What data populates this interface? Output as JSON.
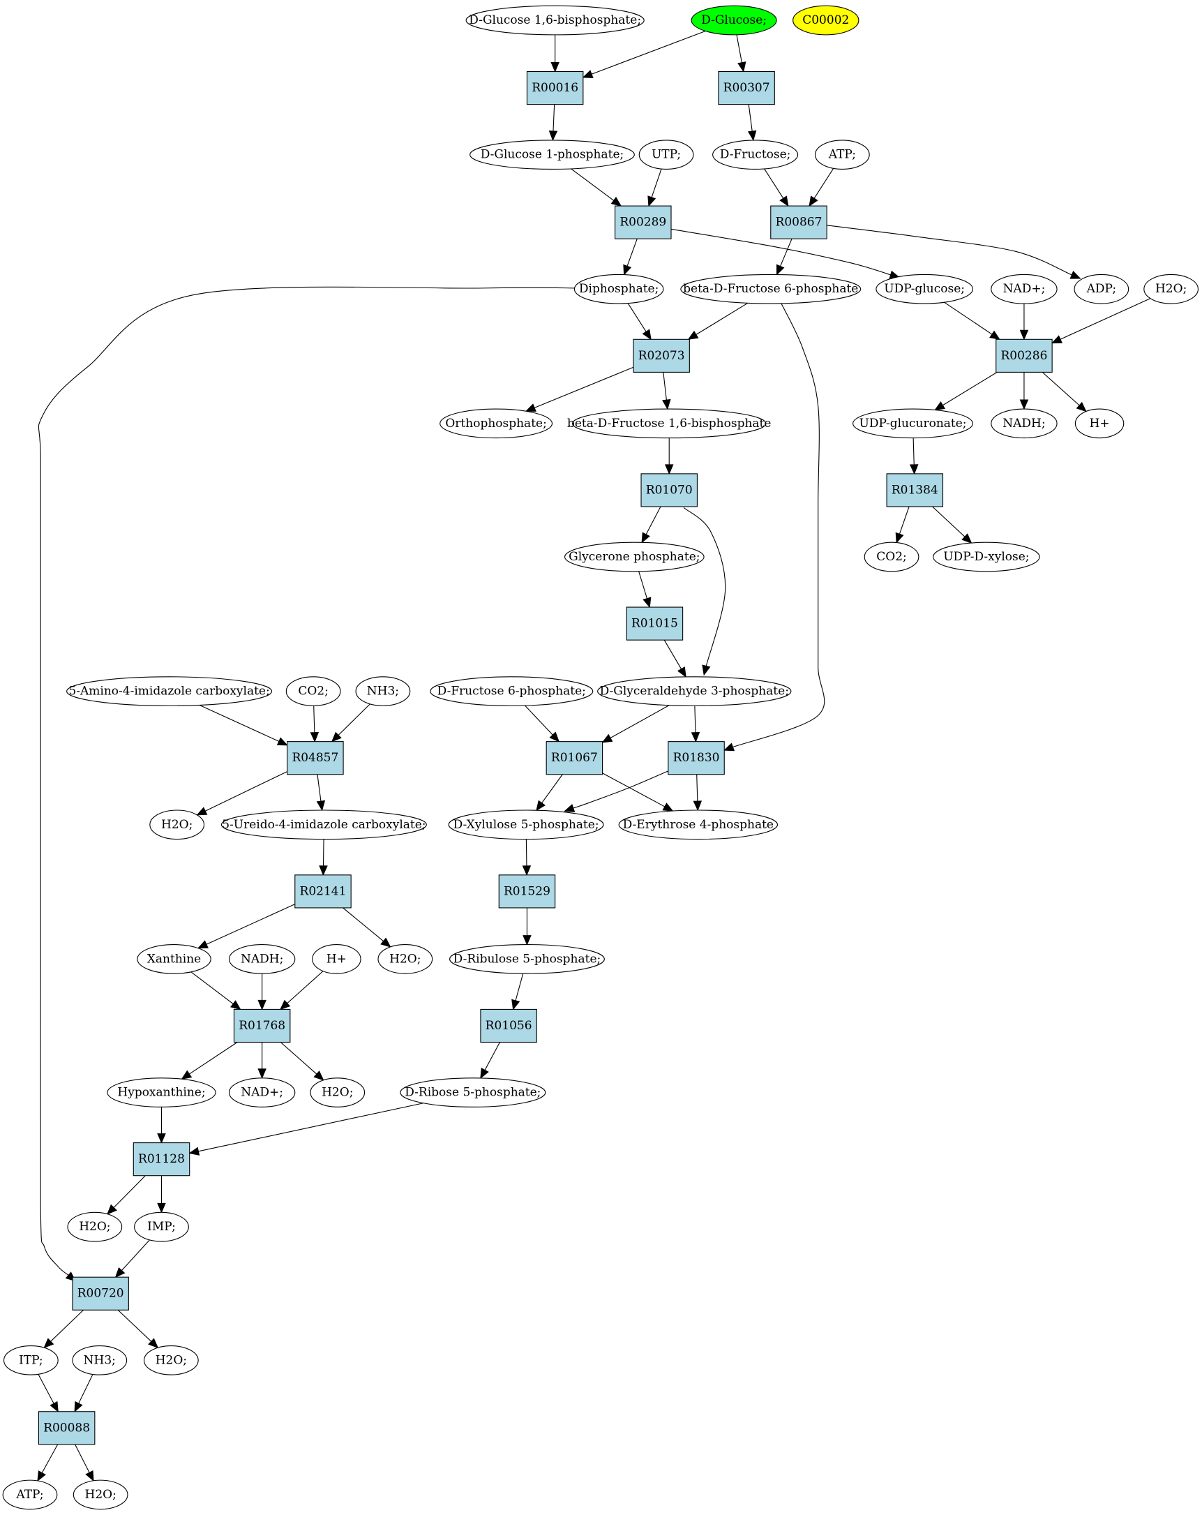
{
  "colors": {
    "compound_fill": "#ffffff",
    "reaction_fill": "#add8e6",
    "highlight_green": "#00ff00",
    "highlight_yellow": "#ffff00",
    "stroke": "#000000"
  },
  "nodes": [
    {
      "id": "c_g16bp",
      "kind": "compound",
      "label": "D-Glucose 1,6-bisphosphate;"
    },
    {
      "id": "c_glucose",
      "kind": "compound",
      "label": "D-Glucose;",
      "highlight": "green"
    },
    {
      "id": "c_C00002",
      "kind": "compound",
      "label": "C00002",
      "highlight": "yellow"
    },
    {
      "id": "r_R00016",
      "kind": "reaction",
      "label": "R00016"
    },
    {
      "id": "r_R00307",
      "kind": "reaction",
      "label": "R00307"
    },
    {
      "id": "c_g1p",
      "kind": "compound",
      "label": "D-Glucose 1-phosphate;"
    },
    {
      "id": "c_utp",
      "kind": "compound",
      "label": "UTP;"
    },
    {
      "id": "c_fructose",
      "kind": "compound",
      "label": "D-Fructose;"
    },
    {
      "id": "c_atp1",
      "kind": "compound",
      "label": "ATP;"
    },
    {
      "id": "r_R00289",
      "kind": "reaction",
      "label": "R00289"
    },
    {
      "id": "r_R00867",
      "kind": "reaction",
      "label": "R00867"
    },
    {
      "id": "c_diphosphate",
      "kind": "compound",
      "label": "Diphosphate;"
    },
    {
      "id": "c_bf6p",
      "kind": "compound",
      "label": "beta-D-Fructose 6-phosphate"
    },
    {
      "id": "c_udpglucose",
      "kind": "compound",
      "label": "UDP-glucose;"
    },
    {
      "id": "c_nadp",
      "kind": "compound",
      "label": "NAD+;"
    },
    {
      "id": "c_adp",
      "kind": "compound",
      "label": "ADP;"
    },
    {
      "id": "c_h2o_a",
      "kind": "compound",
      "label": "H2O;"
    },
    {
      "id": "r_R02073",
      "kind": "reaction",
      "label": "R02073"
    },
    {
      "id": "r_R00286",
      "kind": "reaction",
      "label": "R00286"
    },
    {
      "id": "c_ortho",
      "kind": "compound",
      "label": "Orthophosphate;"
    },
    {
      "id": "c_bf16bp",
      "kind": "compound",
      "label": "beta-D-Fructose 1,6-bisphosphate"
    },
    {
      "id": "c_udpgluc",
      "kind": "compound",
      "label": "UDP-glucuronate;"
    },
    {
      "id": "c_nadh_a",
      "kind": "compound",
      "label": "NADH;"
    },
    {
      "id": "c_hplus_a",
      "kind": "compound",
      "label": "H+"
    },
    {
      "id": "r_R01070",
      "kind": "reaction",
      "label": "R01070"
    },
    {
      "id": "r_R01384",
      "kind": "reaction",
      "label": "R01384"
    },
    {
      "id": "c_glycerone",
      "kind": "compound",
      "label": "Glycerone phosphate;"
    },
    {
      "id": "c_co2_a",
      "kind": "compound",
      "label": "CO2;"
    },
    {
      "id": "c_udpxylose",
      "kind": "compound",
      "label": "UDP-D-xylose;"
    },
    {
      "id": "r_R01015",
      "kind": "reaction",
      "label": "R01015"
    },
    {
      "id": "c_5aic",
      "kind": "compound",
      "label": "5-Amino-4-imidazole carboxylate;"
    },
    {
      "id": "c_co2_b",
      "kind": "compound",
      "label": "CO2;"
    },
    {
      "id": "c_nh3_a",
      "kind": "compound",
      "label": "NH3;"
    },
    {
      "id": "c_f6p",
      "kind": "compound",
      "label": "D-Fructose 6-phosphate;"
    },
    {
      "id": "c_g3p",
      "kind": "compound",
      "label": "D-Glyceraldehyde 3-phosphate;"
    },
    {
      "id": "r_R04857",
      "kind": "reaction",
      "label": "R04857"
    },
    {
      "id": "r_R01067",
      "kind": "reaction",
      "label": "R01067"
    },
    {
      "id": "r_R01830",
      "kind": "reaction",
      "label": "R01830"
    },
    {
      "id": "c_h2o_b",
      "kind": "compound",
      "label": "H2O;"
    },
    {
      "id": "c_5uic",
      "kind": "compound",
      "label": "5-Ureido-4-imidazole carboxylate;"
    },
    {
      "id": "c_xu5p",
      "kind": "compound",
      "label": "D-Xylulose 5-phosphate;"
    },
    {
      "id": "c_e4p",
      "kind": "compound",
      "label": "D-Erythrose 4-phosphate"
    },
    {
      "id": "r_R02141",
      "kind": "reaction",
      "label": "R02141"
    },
    {
      "id": "r_R01529",
      "kind": "reaction",
      "label": "R01529"
    },
    {
      "id": "c_xanthine",
      "kind": "compound",
      "label": "Xanthine"
    },
    {
      "id": "c_nadh_b",
      "kind": "compound",
      "label": "NADH;"
    },
    {
      "id": "c_hplus_b",
      "kind": "compound",
      "label": "H+"
    },
    {
      "id": "c_h2o_c",
      "kind": "compound",
      "label": "H2O;"
    },
    {
      "id": "c_ru5p",
      "kind": "compound",
      "label": "D-Ribulose 5-phosphate;"
    },
    {
      "id": "r_R01768",
      "kind": "reaction",
      "label": "R01768"
    },
    {
      "id": "r_R01056",
      "kind": "reaction",
      "label": "R01056"
    },
    {
      "id": "c_hypox",
      "kind": "compound",
      "label": "Hypoxanthine;"
    },
    {
      "id": "c_nadp_b",
      "kind": "compound",
      "label": "NAD+;"
    },
    {
      "id": "c_h2o_d",
      "kind": "compound",
      "label": "H2O;"
    },
    {
      "id": "c_r5p",
      "kind": "compound",
      "label": "D-Ribose 5-phosphate;"
    },
    {
      "id": "r_R01128",
      "kind": "reaction",
      "label": "R01128"
    },
    {
      "id": "c_h2o_e",
      "kind": "compound",
      "label": "H2O;"
    },
    {
      "id": "c_imp",
      "kind": "compound",
      "label": "IMP;"
    },
    {
      "id": "r_R00720",
      "kind": "reaction",
      "label": "R00720"
    },
    {
      "id": "c_itp",
      "kind": "compound",
      "label": "ITP;"
    },
    {
      "id": "c_nh3_b",
      "kind": "compound",
      "label": "NH3;"
    },
    {
      "id": "c_h2o_f",
      "kind": "compound",
      "label": "H2O;"
    },
    {
      "id": "r_R00088",
      "kind": "reaction",
      "label": "R00088"
    },
    {
      "id": "c_atp2",
      "kind": "compound",
      "label": "ATP;"
    },
    {
      "id": "c_h2o_g",
      "kind": "compound",
      "label": "H2O;"
    }
  ],
  "edges": [
    [
      "c_g16bp",
      "r_R00016"
    ],
    [
      "c_glucose",
      "r_R00016"
    ],
    [
      "c_glucose",
      "r_R00307"
    ],
    [
      "r_R00016",
      "c_g1p"
    ],
    [
      "r_R00307",
      "c_fructose"
    ],
    [
      "c_g1p",
      "r_R00289"
    ],
    [
      "c_utp",
      "r_R00289"
    ],
    [
      "c_fructose",
      "r_R00867"
    ],
    [
      "c_atp1",
      "r_R00867"
    ],
    [
      "r_R00289",
      "c_diphosphate"
    ],
    [
      "r_R00289",
      "c_udpglucose"
    ],
    [
      "r_R00867",
      "c_bf6p"
    ],
    [
      "r_R00867",
      "c_adp"
    ],
    [
      "c_diphosphate",
      "r_R02073"
    ],
    [
      "c_bf6p",
      "r_R02073"
    ],
    [
      "c_udpglucose",
      "r_R00286"
    ],
    [
      "c_nadp",
      "r_R00286"
    ],
    [
      "c_h2o_a",
      "r_R00286"
    ],
    [
      "r_R02073",
      "c_ortho"
    ],
    [
      "r_R02073",
      "c_bf16bp"
    ],
    [
      "r_R00286",
      "c_udpgluc"
    ],
    [
      "r_R00286",
      "c_nadh_a"
    ],
    [
      "r_R00286",
      "c_hplus_a"
    ],
    [
      "c_bf16bp",
      "r_R01070"
    ],
    [
      "c_udpgluc",
      "r_R01384"
    ],
    [
      "r_R01070",
      "c_glycerone"
    ],
    [
      "r_R01070",
      "c_g3p"
    ],
    [
      "r_R01384",
      "c_co2_a"
    ],
    [
      "r_R01384",
      "c_udpxylose"
    ],
    [
      "c_glycerone",
      "r_R01015"
    ],
    [
      "r_R01015",
      "c_g3p"
    ],
    [
      "c_5aic",
      "r_R04857"
    ],
    [
      "c_co2_b",
      "r_R04857"
    ],
    [
      "c_nh3_a",
      "r_R04857"
    ],
    [
      "c_f6p",
      "r_R01067"
    ],
    [
      "c_g3p",
      "r_R01067"
    ],
    [
      "c_g3p",
      "r_R01830"
    ],
    [
      "c_bf6p",
      "r_R01830"
    ],
    [
      "r_R04857",
      "c_h2o_b"
    ],
    [
      "r_R04857",
      "c_5uic"
    ],
    [
      "r_R01067",
      "c_xu5p"
    ],
    [
      "r_R01067",
      "c_e4p"
    ],
    [
      "r_R01830",
      "c_xu5p"
    ],
    [
      "r_R01830",
      "c_e4p"
    ],
    [
      "c_5uic",
      "r_R02141"
    ],
    [
      "c_xu5p",
      "r_R01529"
    ],
    [
      "r_R02141",
      "c_xanthine"
    ],
    [
      "r_R02141",
      "c_h2o_c"
    ],
    [
      "r_R01529",
      "c_ru5p"
    ],
    [
      "c_xanthine",
      "r_R01768"
    ],
    [
      "c_nadh_b",
      "r_R01768"
    ],
    [
      "c_hplus_b",
      "r_R01768"
    ],
    [
      "c_ru5p",
      "r_R01056"
    ],
    [
      "r_R01768",
      "c_hypox"
    ],
    [
      "r_R01768",
      "c_nadp_b"
    ],
    [
      "r_R01768",
      "c_h2o_d"
    ],
    [
      "r_R01056",
      "c_r5p"
    ],
    [
      "c_hypox",
      "r_R01128"
    ],
    [
      "c_r5p",
      "r_R01128"
    ],
    [
      "r_R01128",
      "c_h2o_e"
    ],
    [
      "r_R01128",
      "c_imp"
    ],
    [
      "c_imp",
      "r_R00720"
    ],
    [
      "c_diphosphate",
      "r_R00720"
    ],
    [
      "r_R00720",
      "c_itp"
    ],
    [
      "r_R00720",
      "c_h2o_f"
    ],
    [
      "c_itp",
      "r_R00088"
    ],
    [
      "c_nh3_b",
      "r_R00088"
    ],
    [
      "r_R00088",
      "c_atp2"
    ],
    [
      "r_R00088",
      "c_h2o_g"
    ]
  ]
}
